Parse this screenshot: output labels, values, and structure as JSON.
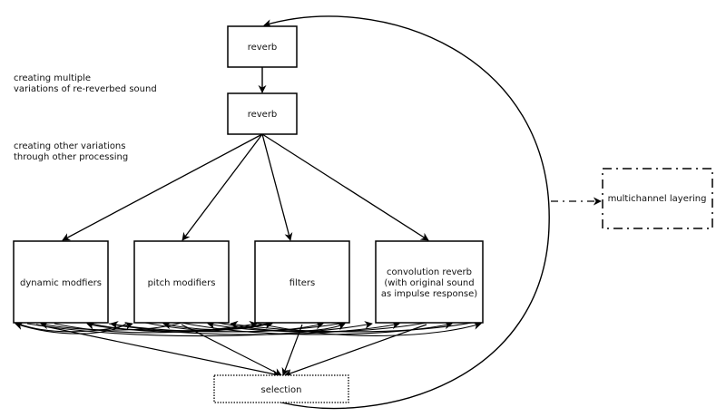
{
  "annotations": {
    "reverb_variations": "creating multiple\nvariations of re-reverbed sound",
    "other_variations": "creating other variations\nthrough other processing"
  },
  "nodes": {
    "reverb_1": {
      "label": "reverb",
      "border": "solid"
    },
    "reverb_2": {
      "label": "reverb",
      "border": "solid"
    },
    "dynamic": {
      "label": "dynamic modfiers",
      "border": "solid"
    },
    "pitch": {
      "label": "pitch modifiers",
      "border": "solid"
    },
    "filters": {
      "label": "filters",
      "border": "solid"
    },
    "convolution": {
      "label_lines": [
        "convolution reverb",
        "(with original sound",
        "as impulse response)"
      ],
      "border": "solid"
    },
    "selection": {
      "label": "selection",
      "border": "dotted"
    },
    "multichannel": {
      "label": "multichannel layering",
      "border": "dash-dot"
    }
  },
  "edges": [
    {
      "from": "reverb_1",
      "to": "reverb_2",
      "style": "solid"
    },
    {
      "from": "reverb_2",
      "to": "dynamic",
      "style": "solid"
    },
    {
      "from": "reverb_2",
      "to": "pitch",
      "style": "solid"
    },
    {
      "from": "reverb_2",
      "to": "filters",
      "style": "solid"
    },
    {
      "from": "reverb_2",
      "to": "convolution",
      "style": "solid"
    },
    {
      "from": "dynamic",
      "to": "selection",
      "style": "solid"
    },
    {
      "from": "pitch",
      "to": "selection",
      "style": "solid"
    },
    {
      "from": "filters",
      "to": "selection",
      "style": "solid"
    },
    {
      "from": "convolution",
      "to": "selection",
      "style": "solid"
    },
    {
      "from": "selection",
      "to": "reverb_1",
      "style": "solid",
      "shape": "loop"
    },
    {
      "from": "loop",
      "to": "multichannel",
      "style": "dash-dot"
    },
    {
      "from": "processors",
      "to": "processors",
      "style": "solid",
      "shape": "cross-links"
    }
  ],
  "colors": {
    "stroke": "#000000",
    "background": "#ffffff"
  }
}
